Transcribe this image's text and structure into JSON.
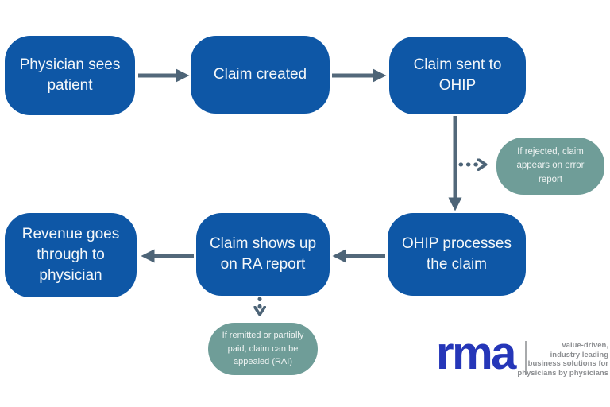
{
  "nodes": {
    "physician": {
      "label": "Physician sees patient"
    },
    "created": {
      "label": "Claim created"
    },
    "sent": {
      "label": "Claim sent to OHIP"
    },
    "processes": {
      "label": "OHIP processes the claim"
    },
    "ra": {
      "label": "Claim shows up on RA report"
    },
    "revenue": {
      "label": "Revenue goes through to physician"
    },
    "rejected": {
      "label": "If rejected, claim appears on error report"
    },
    "appeal": {
      "label": "If remitted or partially paid, claim can be appealed (RAI)"
    }
  },
  "colors": {
    "process_box": "#0e57a6",
    "note_box": "#6f9d98",
    "arrow": "#53687a",
    "box_text": "#f4f7f9",
    "logo_blue": "#2536b8",
    "tagline_gray": "#8d8f92"
  },
  "branding": {
    "logo_text": "rma",
    "tagline_lines": [
      "value-driven,",
      "industry leading",
      "business solutions for",
      "physicians by physicians"
    ]
  }
}
